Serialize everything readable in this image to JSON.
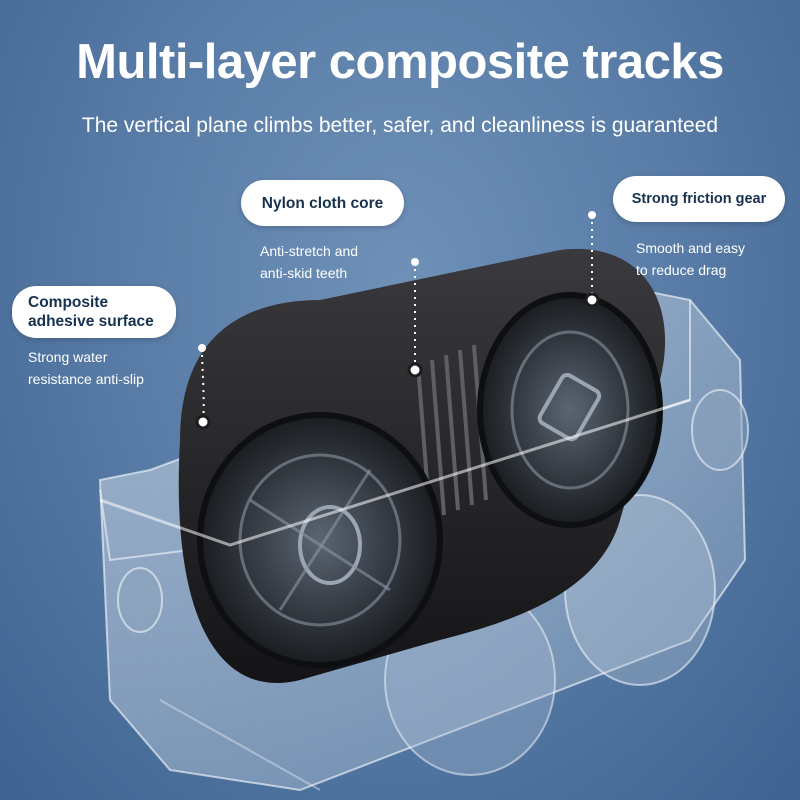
{
  "header": {
    "title": "Multi-layer composite tracks",
    "subtitle": "The vertical plane climbs better, safer, and cleanliness is guaranteed"
  },
  "callouts": [
    {
      "label": "Nylon cloth core",
      "desc_lines": [
        "Anti-stretch and",
        "anti-skid teeth"
      ]
    },
    {
      "label": "Strong friction gear",
      "desc_lines": [
        "Smooth and easy",
        "to reduce drag"
      ]
    },
    {
      "label_lines": [
        "Composite",
        "adhesive surface"
      ],
      "desc_lines": [
        "Strong water",
        "resistance anti-slip"
      ]
    }
  ],
  "colors": {
    "background": "#5a7ea8",
    "track": "#1c1c1e",
    "pill_text": "#17324f",
    "text": "#ffffff"
  }
}
